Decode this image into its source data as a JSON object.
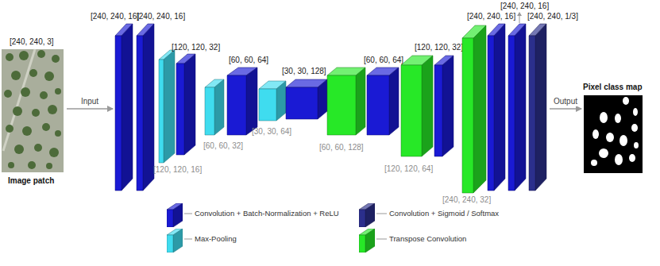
{
  "diagram": {
    "nodes": [
      {
        "text": [
          "[240, 240, 3]",
          "Image patch"
        ]
      },
      {
        "text": [
          "[240, 240, 16]"
        ]
      },
      {
        "text": [
          "[240, 240, 16]"
        ]
      },
      {
        "text": [
          "[120, 120, 16]"
        ]
      },
      {
        "text": [
          "[120, 120, 32]"
        ]
      },
      {
        "text": [
          "[60, 60, 32]"
        ]
      },
      {
        "text": [
          "[60, 60, 64]"
        ]
      },
      {
        "text": [
          "[30, 30, 64]"
        ]
      },
      {
        "text": [
          "[30, 30, 128]"
        ]
      },
      {
        "text": [
          "[60, 60, 128]"
        ]
      },
      {
        "text": [
          "[60, 60, 64]"
        ]
      },
      {
        "text": [
          "[120, 120, 64]"
        ]
      },
      {
        "text": [
          "[120, 120, 32]"
        ]
      },
      {
        "text": [
          "[240, 240, 32]"
        ]
      },
      {
        "text": [
          "[240, 240, 16]"
        ]
      },
      {
        "text": [
          "[240, 240, 16]"
        ]
      },
      {
        "text": [
          "[240, 240, 1/3]"
        ]
      },
      {
        "text": [
          "Pixel class map"
        ]
      }
    ],
    "edges": [
      {
        "from": 0,
        "to": 1,
        "label": "Input",
        "arrow": "to"
      },
      {
        "from": 16,
        "to": 17,
        "label": "Output",
        "arrow": "to"
      }
    ],
    "legend": [
      {
        "text": "Convolution + Batch-Normalization + ReLU",
        "color": "#1a1ad4"
      },
      {
        "text": "Max-Pooling",
        "color": "#3fdcef"
      },
      {
        "text": "Convolution + Sigmoid / Softmax",
        "color": "#2b2f8c"
      },
      {
        "text": "Transpose Convolution",
        "color": "#27e827"
      }
    ]
  }
}
